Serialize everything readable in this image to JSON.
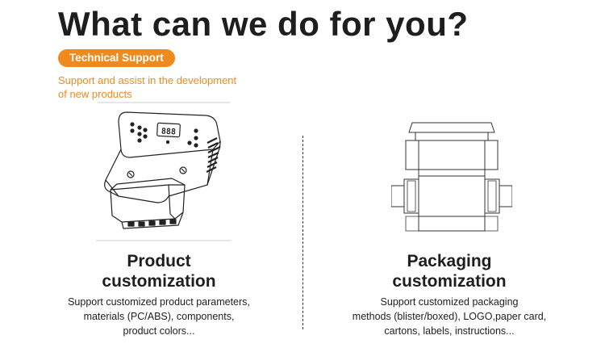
{
  "heading": {
    "title": "What can we do for you?",
    "badge": "Technical Support",
    "subtext_lines": [
      "Support and assist in the development",
      "of new products"
    ]
  },
  "product": {
    "title_lines": [
      "Product",
      "customization"
    ],
    "desc_lines": [
      "Support customized product parameters,",
      "materials (PC/ABS), components,",
      "product colors..."
    ],
    "illustration_icon": "obd-device-icon"
  },
  "packaging": {
    "title_lines": [
      "Packaging",
      "customization"
    ],
    "desc_lines": [
      "Support customized packaging",
      "methods (blister/boxed), LOGO,paper card,",
      "cartons, labels, instructions..."
    ],
    "illustration_icon": "box-dieline-icon"
  },
  "colors": {
    "accent": "#ef8a1e",
    "text": "#1e1e1e",
    "background": "#ffffff"
  }
}
